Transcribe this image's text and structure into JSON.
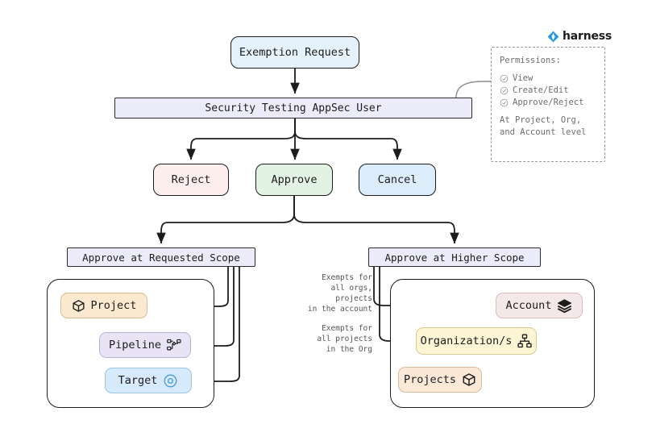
{
  "brand": {
    "name": "harness",
    "logo_icon": "harness-diamond-icon",
    "color": "#2196e3"
  },
  "flow": {
    "request": {
      "label": "Exemption Request",
      "color": "#e6f2fb"
    },
    "user": {
      "label": "Security Testing AppSec User",
      "color": "#ecebfa"
    },
    "actions": [
      {
        "key": "reject",
        "label": "Reject",
        "color": "#fdeeee"
      },
      {
        "key": "approve",
        "label": "Approve",
        "color": "#e3f3e3"
      },
      {
        "key": "cancel",
        "label": "Cancel",
        "color": "#dbecfb"
      }
    ],
    "scopes": [
      {
        "key": "requested",
        "label": "Approve at Requested Scope",
        "color": "#ecebfa"
      },
      {
        "key": "higher",
        "label": "Approve at Higher Scope",
        "color": "#ecebfa"
      }
    ]
  },
  "permissions_note": {
    "title": "Permissions:",
    "items": [
      {
        "icon": "check-circle-icon",
        "label": "View"
      },
      {
        "icon": "check-circle-icon",
        "label": "Create/Edit"
      },
      {
        "icon": "check-circle-icon",
        "label": "Approve/Reject"
      }
    ],
    "footer_line1": "At Project, Org,",
    "footer_line2": "and Account level"
  },
  "requested_scope_group": {
    "nodes": [
      {
        "key": "project",
        "label": "Project",
        "icon": "cube-icon",
        "icon_side": "left",
        "color": "#fbe9d0"
      },
      {
        "key": "pipeline",
        "label": "Pipeline",
        "icon": "pipeline-icon",
        "icon_side": "right",
        "color": "#e8e4f5"
      },
      {
        "key": "target",
        "label": "Target",
        "icon": "target-icon",
        "icon_side": "right",
        "color": "#d7eafc"
      }
    ]
  },
  "higher_scope_group": {
    "nodes": [
      {
        "key": "account",
        "label": "Account",
        "icon": "layers-icon",
        "icon_side": "right",
        "color": "#f4e8e8"
      },
      {
        "key": "organizations",
        "label": "Organization/s",
        "icon": "hierarchy-icon",
        "icon_side": "right",
        "color": "#fdf5d3"
      },
      {
        "key": "projects",
        "label": "Projects",
        "icon": "cube-icon",
        "icon_side": "right",
        "color": "#fbe9d8"
      }
    ],
    "edge_labels": [
      {
        "key": "account-exempt",
        "line1": "Exempts for",
        "line2": "all orgs, projects",
        "line3": "in the account"
      },
      {
        "key": "org-exempt",
        "line1": "Exempts for",
        "line2": "all projects",
        "line3": "in the Org"
      }
    ]
  }
}
